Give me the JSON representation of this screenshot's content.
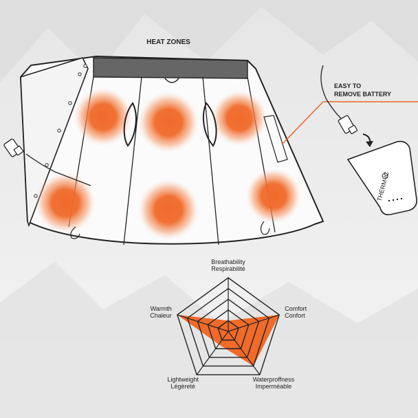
{
  "title": "HEAT ZONES",
  "callout": {
    "line1": "EASY TO",
    "line2": "REMOVE BATTERY"
  },
  "battery": {
    "brand": "THERM-IC"
  },
  "colors": {
    "heat": "#f06a2a",
    "orange_line": "#e8672a",
    "outline": "#222222",
    "waistband": "#666666"
  },
  "heat_zone_count": 6,
  "radar": {
    "axes": [
      {
        "line1": "Breathability",
        "line2": "Respirabilité"
      },
      {
        "line1": "Comfort",
        "line2": "Confort"
      },
      {
        "line1": "Waterproffness",
        "line2": "Imperméable"
      },
      {
        "line1": "Lightweight",
        "line2": "Légèreté"
      },
      {
        "line1": "Warmth",
        "line2": "Chaleur"
      }
    ],
    "scale_rings": 5,
    "values": [
      1,
      5,
      4,
      1.5,
      5
    ]
  }
}
